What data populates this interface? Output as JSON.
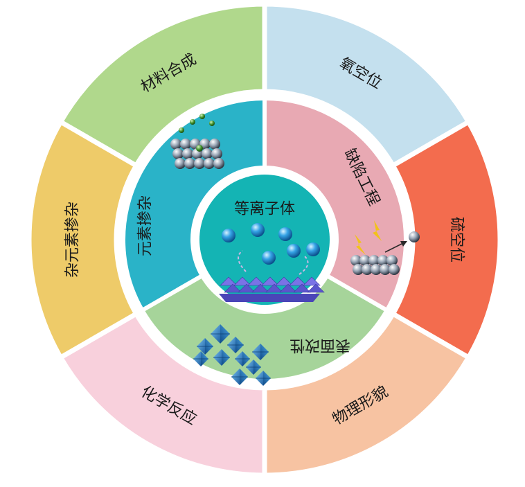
{
  "center": {
    "label": "等离子体",
    "color": "#14b4b4"
  },
  "middle_ring": [
    {
      "id": "doping",
      "label": "元素掺杂",
      "color": "#2ab3c8"
    },
    {
      "id": "defect",
      "label": "缺陷工程",
      "color": "#e8a9b3"
    },
    {
      "id": "surface",
      "label": "表面改性",
      "color": "#a6d49a"
    }
  ],
  "outer_ring": [
    {
      "id": "synthesis",
      "label": "材料合成",
      "color": "#b0d88c"
    },
    {
      "id": "oxygen-vacancy",
      "label": "氧空位",
      "color": "#c4e0ee"
    },
    {
      "id": "sulfur-vacancy",
      "label": "硫空位",
      "color": "#f36c4e"
    },
    {
      "id": "physical-change",
      "label": "物理形貌",
      "color": "#f7c3a2"
    },
    {
      "id": "chemical-reaction",
      "label": "化学反应",
      "color": "#f8d0dc"
    },
    {
      "id": "heteroatom-doping",
      "label": "杂元素掺杂",
      "color": "#eecb69"
    }
  ],
  "sphere_color": "#2b8ed1",
  "atom_color": "#8a96a6",
  "crystal_color": "#2a82c9",
  "lattice_color": "#6a63d6"
}
